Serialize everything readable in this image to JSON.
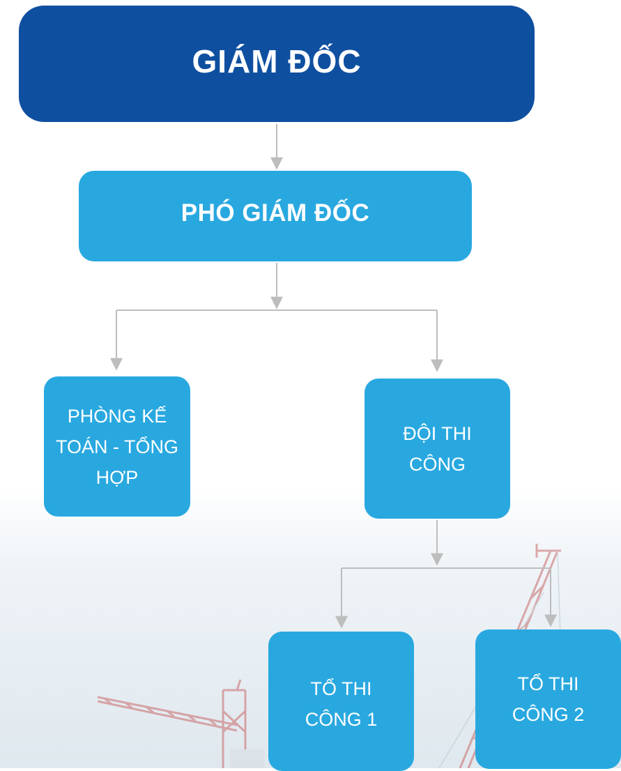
{
  "diagram": {
    "director": "GIÁM ĐỐC",
    "deputy_director": "PHÓ GIÁM ĐỐC",
    "accounting_dept": "PHÒNG KẾ\nTOÁN - TỔNG\nHỢP",
    "construction_team": "ĐỘI THI\nCÔNG",
    "construction_unit_1": "TỔ THI\nCÔNG 1",
    "construction_unit_2": "TỔ THI\nCÔNG 2"
  },
  "colors": {
    "director_box": "#0f4fa0",
    "secondary_box": "#29a8e0",
    "connector": "#bdbdbd",
    "text": "#ffffff"
  }
}
